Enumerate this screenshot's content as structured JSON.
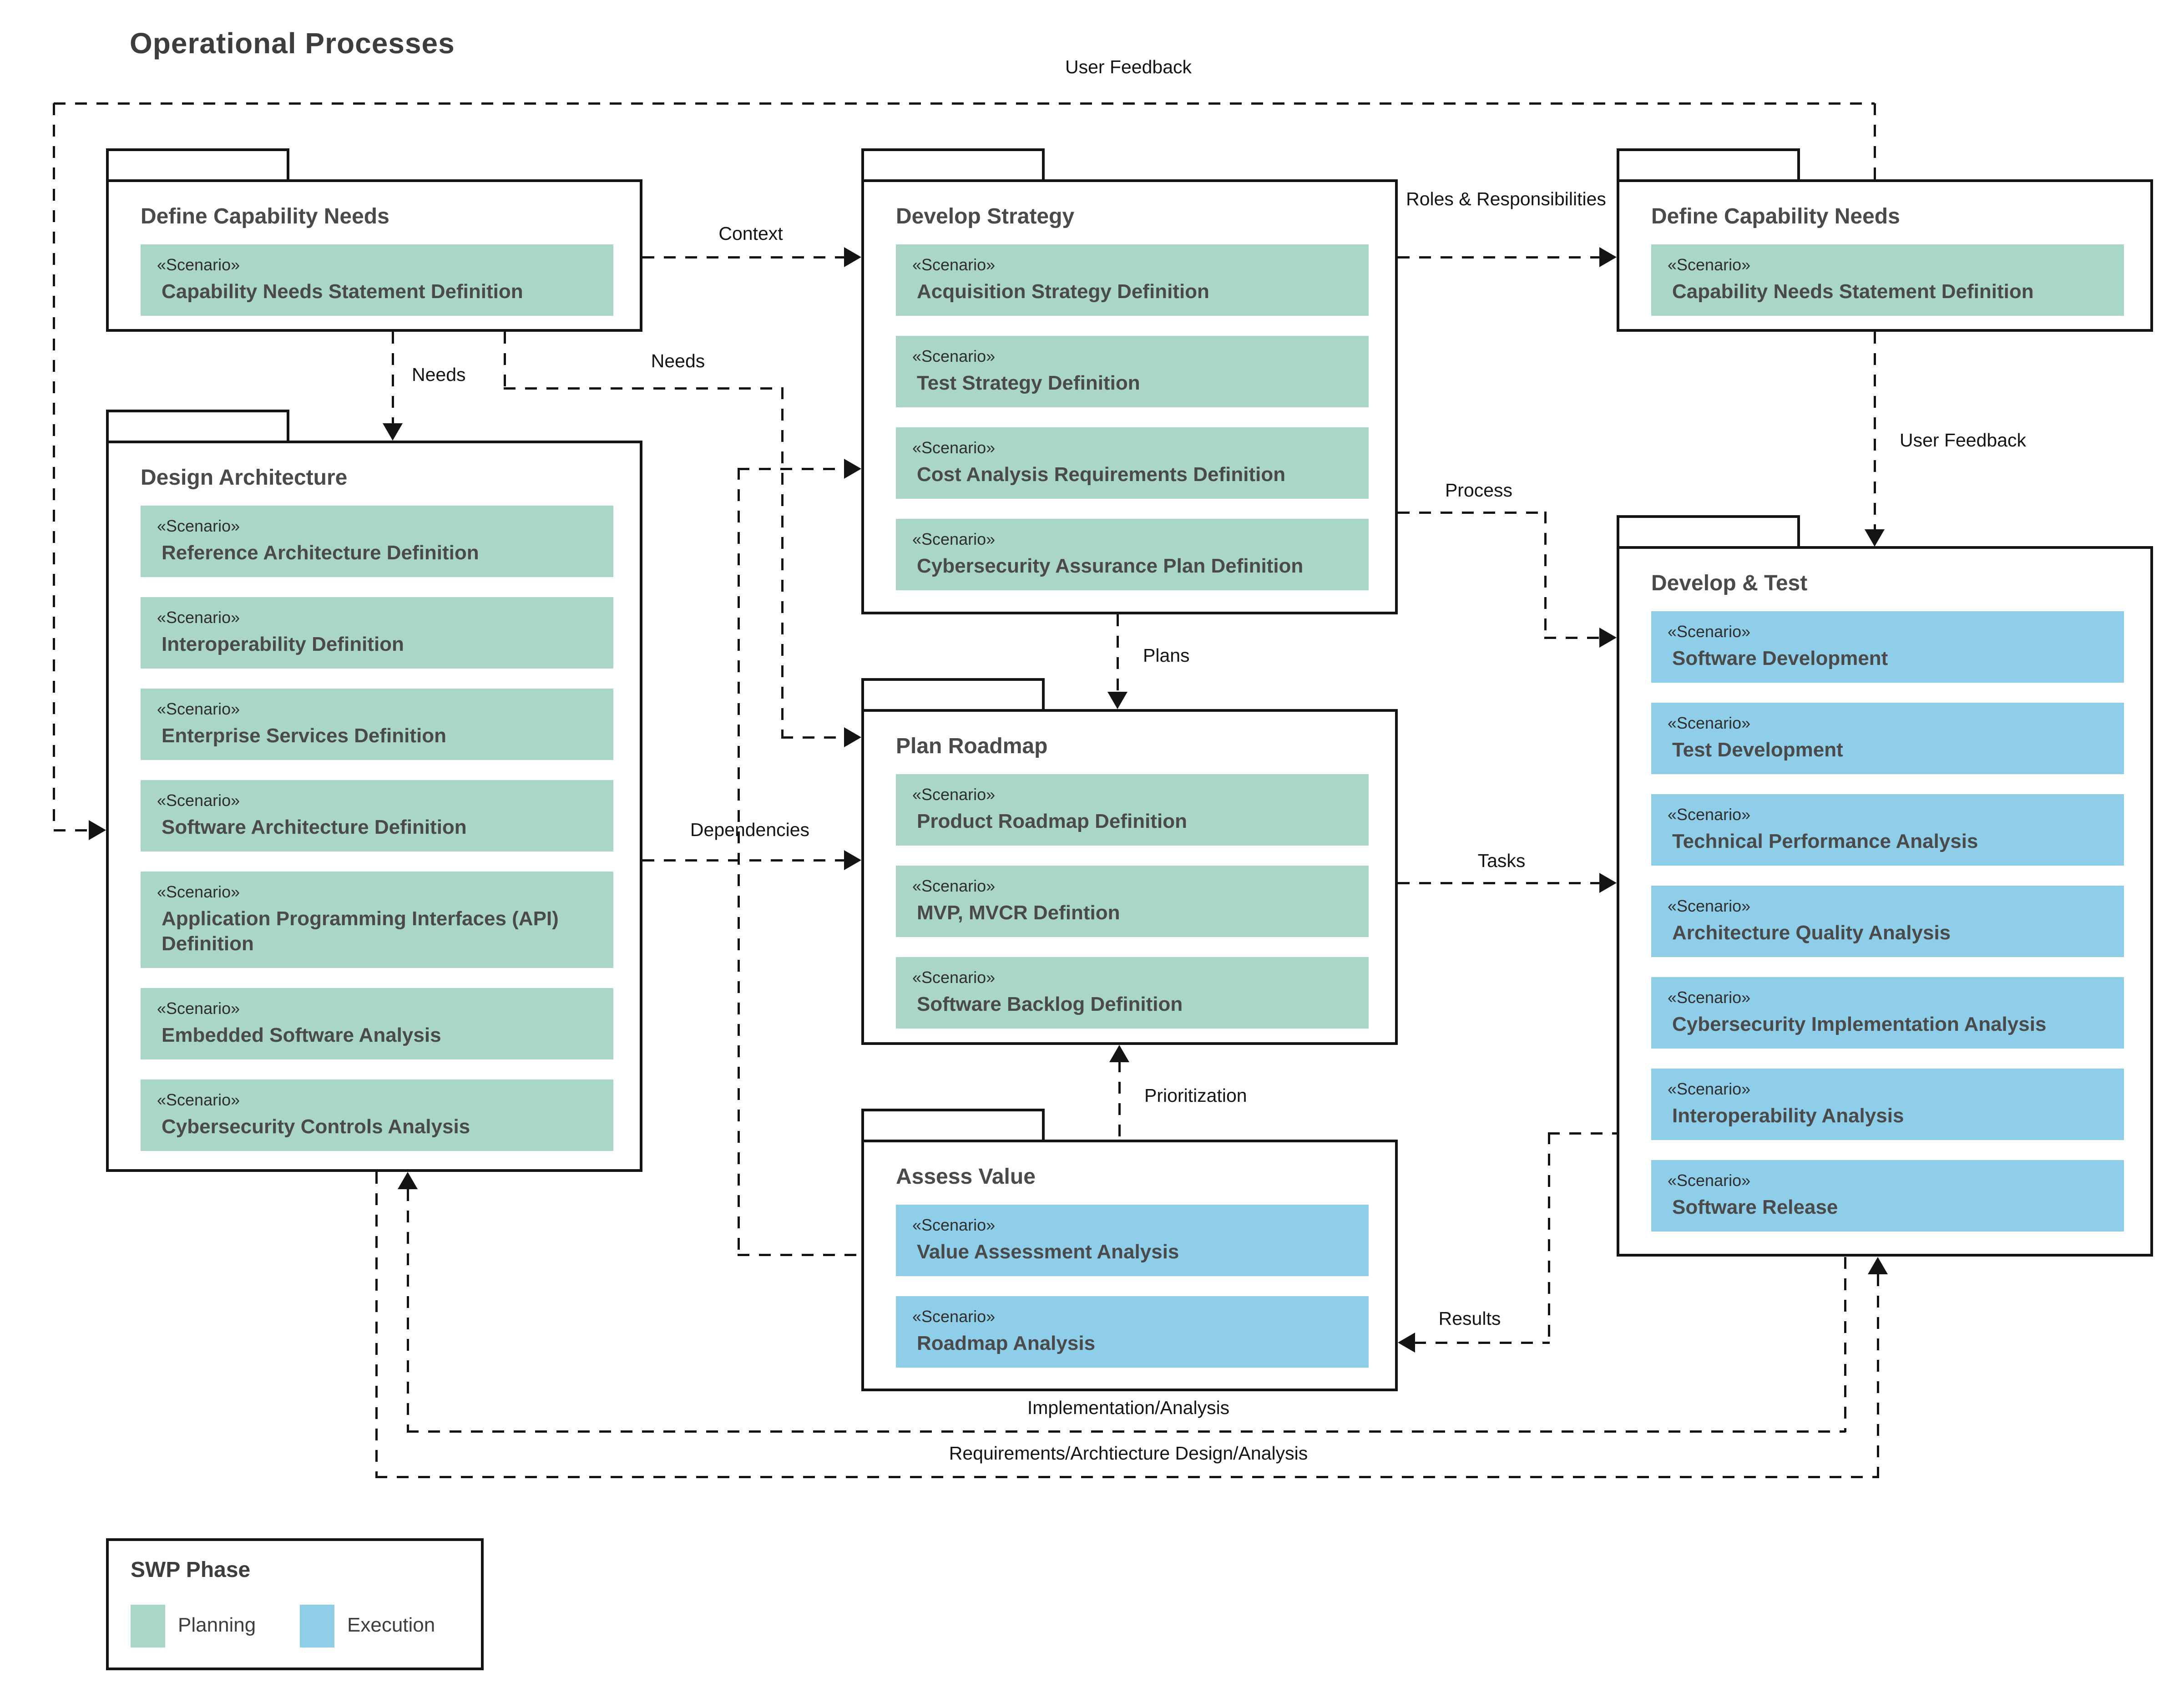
{
  "title": "Operational Processes",
  "stereotype": "«Scenario»",
  "colors": {
    "planning": "#a9d6c9",
    "execution": "#8fcee9",
    "line": "#141414"
  },
  "packages": [
    {
      "id": "define-capability-needs-left",
      "title": "Define Capability Needs",
      "scenarios": [
        {
          "name": "Capability Needs Statement Definition",
          "phase": "planning"
        }
      ]
    },
    {
      "id": "develop-strategy",
      "title": "Develop Strategy",
      "scenarios": [
        {
          "name": "Acquisition Strategy Definition",
          "phase": "planning"
        },
        {
          "name": "Test Strategy Definition",
          "phase": "planning"
        },
        {
          "name": "Cost Analysis Requirements Definition",
          "phase": "planning"
        },
        {
          "name": "Cybersecurity Assurance Plan Definition",
          "phase": "planning"
        }
      ]
    },
    {
      "id": "define-capability-needs-right",
      "title": "Define Capability Needs",
      "scenarios": [
        {
          "name": "Capability Needs Statement Definition",
          "phase": "planning"
        }
      ]
    },
    {
      "id": "design-architecture",
      "title": "Design Architecture",
      "scenarios": [
        {
          "name": "Reference Architecture Definition",
          "phase": "planning"
        },
        {
          "name": "Interoperability Definition",
          "phase": "planning"
        },
        {
          "name": "Enterprise Services Definition",
          "phase": "planning"
        },
        {
          "name": "Software Architecture Definition",
          "phase": "planning"
        },
        {
          "name": "Application Programming Interfaces (API) Definition",
          "phase": "planning"
        },
        {
          "name": "Embedded Software Analysis",
          "phase": "planning"
        },
        {
          "name": "Cybersecurity Controls Analysis",
          "phase": "planning"
        }
      ]
    },
    {
      "id": "plan-roadmap",
      "title": "Plan Roadmap",
      "scenarios": [
        {
          "name": "Product Roadmap Definition",
          "phase": "planning"
        },
        {
          "name": "MVP, MVCR Defintion",
          "phase": "planning"
        },
        {
          "name": "Software Backlog Definition",
          "phase": "planning"
        }
      ]
    },
    {
      "id": "assess-value",
      "title": "Assess Value",
      "scenarios": [
        {
          "name": "Value Assessment Analysis",
          "phase": "execution"
        },
        {
          "name": "Roadmap Analysis",
          "phase": "execution"
        }
      ]
    },
    {
      "id": "develop-and-test",
      "title": "Develop & Test",
      "scenarios": [
        {
          "name": "Software Development",
          "phase": "execution"
        },
        {
          "name": "Test Development",
          "phase": "execution"
        },
        {
          "name": "Technical Performance Analysis",
          "phase": "execution"
        },
        {
          "name": "Architecture Quality Analysis",
          "phase": "execution"
        },
        {
          "name": "Cybersecurity Implementation Analysis",
          "phase": "execution"
        },
        {
          "name": "Interoperability Analysis",
          "phase": "execution"
        },
        {
          "name": "Software Release",
          "phase": "execution"
        }
      ]
    }
  ],
  "edge_labels": {
    "user_feedback_top": "User Feedback",
    "context": "Context",
    "roles_responsibilities": "Roles & Responsibilities",
    "needs_left": "Needs",
    "needs_mid": "Needs",
    "plans": "Plans",
    "process": "Process",
    "dependencies": "Dependencies",
    "tasks": "Tasks",
    "prioritization": "Prioritization",
    "results": "Results",
    "user_feedback_right": "User Feedback",
    "implementation": "Implementation/Analysis",
    "requirements": "Requirements/Archtiecture Design/Analysis"
  },
  "legend": {
    "title": "SWP Phase",
    "items": [
      {
        "label": "Planning",
        "phase": "planning"
      },
      {
        "label": "Execution",
        "phase": "execution"
      }
    ]
  }
}
